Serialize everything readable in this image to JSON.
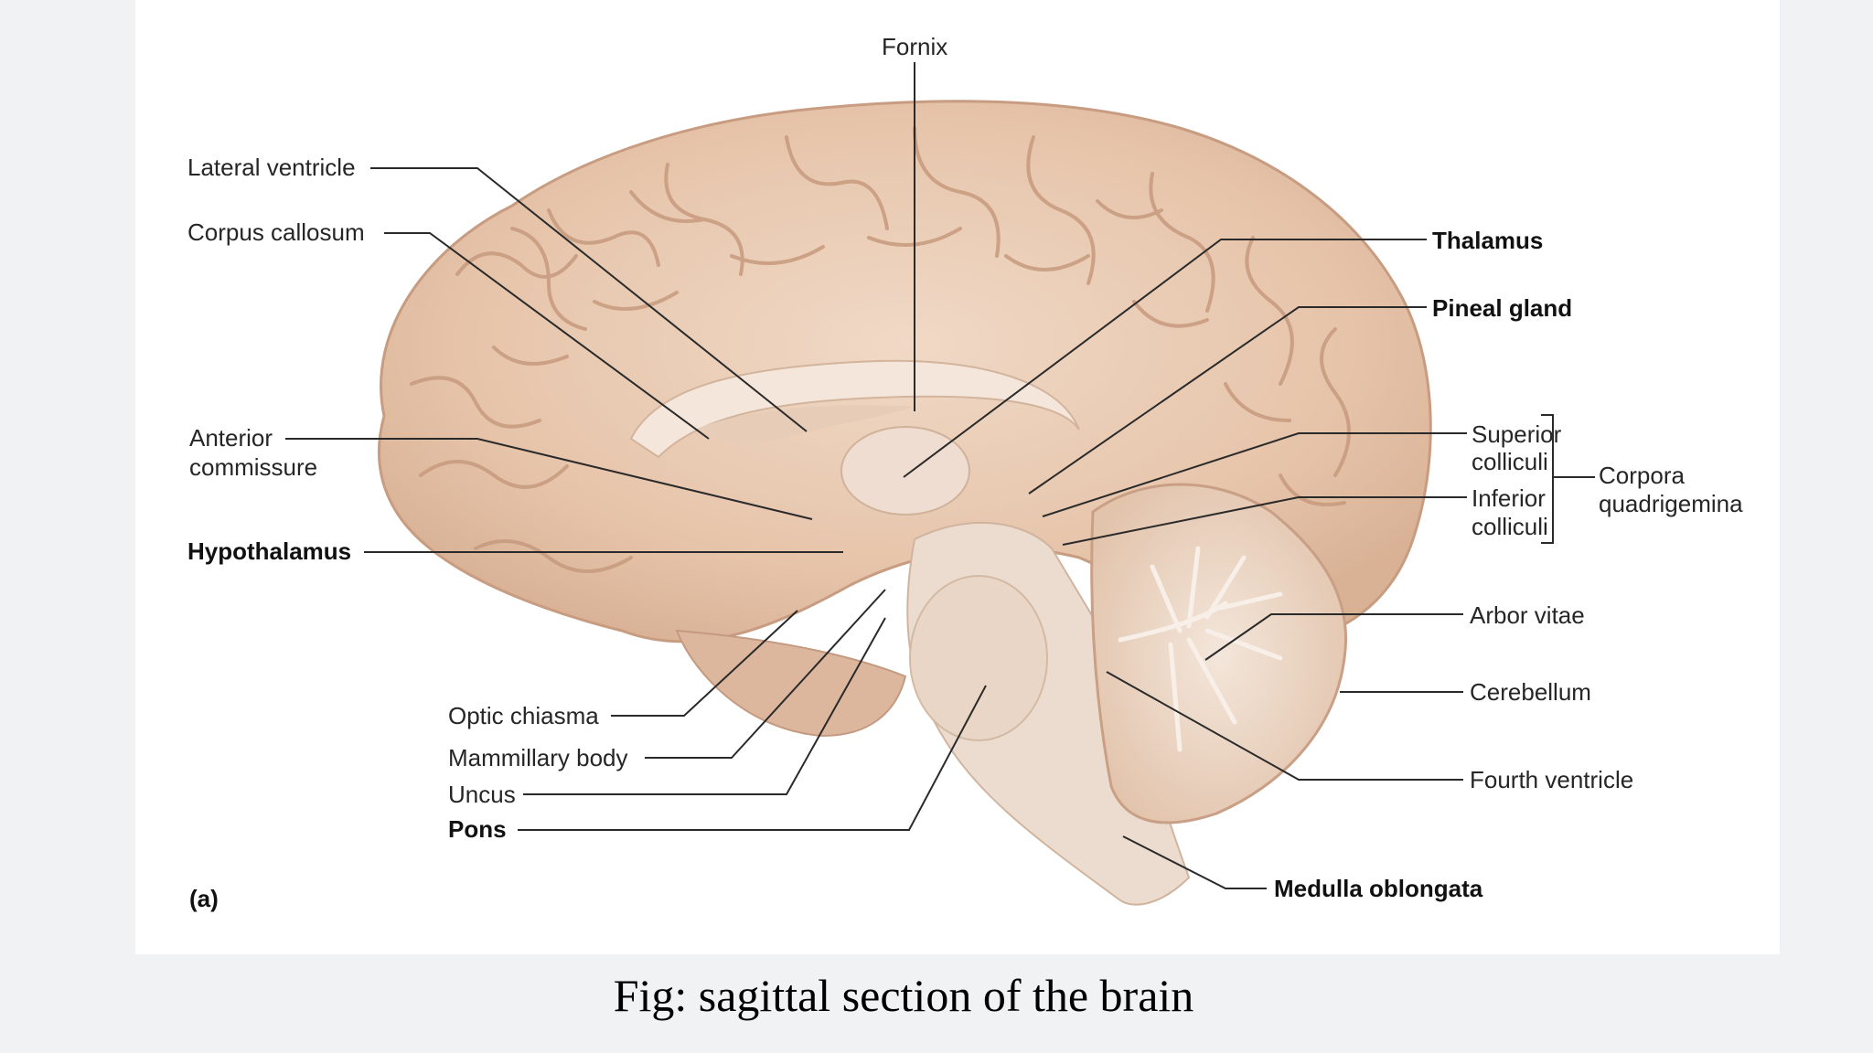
{
  "figure": {
    "panel_letter": "(a)",
    "caption": "Fig: sagittal section of the brain",
    "labels": {
      "fornix": "Fornix",
      "lateral_ventricle": "Lateral ventricle",
      "corpus_callosum": "Corpus callosum",
      "anterior_commissure_1": "Anterior",
      "anterior_commissure_2": "commissure",
      "hypothalamus": "Hypothalamus",
      "optic_chiasma": "Optic chiasma",
      "mammillary_body": "Mammillary body",
      "uncus": "Uncus",
      "pons": "Pons",
      "thalamus": "Thalamus",
      "pineal_gland": "Pineal gland",
      "superior_colliculi_1": "Superior",
      "superior_colliculi_2": "colliculi",
      "inferior_colliculi_1": "Inferior",
      "inferior_colliculi_2": "colliculi",
      "corpora_quadrigemina_1": "Corpora",
      "corpora_quadrigemina_2": "quadrigemina",
      "arbor_vitae": "Arbor vitae",
      "cerebellum": "Cerebellum",
      "fourth_ventricle": "Fourth ventricle",
      "medulla_oblongata": "Medulla oblongata"
    }
  }
}
